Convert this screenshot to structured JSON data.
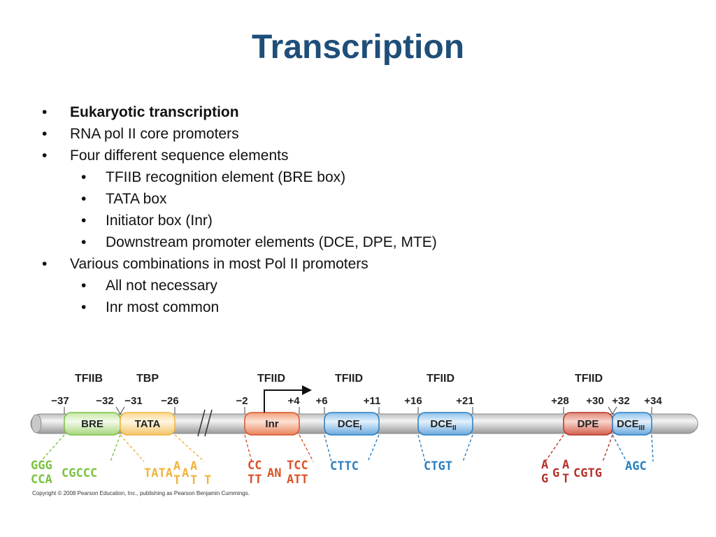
{
  "slide": {
    "title": "Transcription",
    "bullets": [
      {
        "text": "Eukaryotic transcription",
        "level": 1,
        "bold": true
      },
      {
        "text": "RNA pol II core promoters",
        "level": 1
      },
      {
        "text": "Four different sequence elements",
        "level": 1
      },
      {
        "text": "TFIIB recognition element (BRE box)",
        "level": 2
      },
      {
        "text": "TATA box",
        "level": 2
      },
      {
        "text": "Initiator box (Inr)",
        "level": 2
      },
      {
        "text": "Downstream promoter elements (DCE, DPE, MTE)",
        "level": 1.5
      },
      {
        "text": "Various combinations in most Pol II promoters",
        "level": 1
      },
      {
        "text": "All not necessary",
        "level": 2
      },
      {
        "text": "Inr most common",
        "level": 2
      }
    ]
  },
  "diagram": {
    "factors": [
      "TFIIB",
      "TBP",
      "TFIID",
      "TFIID",
      "TFIID",
      "TFIID"
    ],
    "positions": [
      "−37",
      "−32",
      "−31",
      "−26",
      "−2",
      "+4",
      "+6",
      "+11",
      "+16",
      "+21",
      "+28",
      "+30",
      "+32",
      "+34"
    ],
    "elements": {
      "bre": "BRE",
      "tata": "TATA",
      "inr": "Inr",
      "dce1": "DCE",
      "dce1_sub": "I",
      "dce2": "DCE",
      "dce2_sub": "II",
      "dpe": "DPE",
      "dce3": "DCE",
      "dce3_sub": "III"
    },
    "sequences": {
      "bre_top": "GGG",
      "bre_bottom": "CCA",
      "bre_right": "CGCCC",
      "tata_main": "TATA",
      "tata_a1": "A",
      "tata_t1": "T",
      "tata_a2": "A",
      "tata_a3": "A",
      "tata_t2": "T",
      "tata_t3": "T",
      "inr_top": "CC",
      "inr_bottom": "TT",
      "inr_mid": "AN",
      "inr_top2": "TCC",
      "inr_bottom2": "ATT",
      "dce1_seq": "CTTC",
      "dce2_seq": "CTGT",
      "dpe_a1": "A",
      "dpe_g1": "G",
      "dpe_g2": "G",
      "dpe_a2": "A",
      "dpe_t": "T",
      "dpe_rest": "CGTG",
      "dce3_seq": "AGC"
    },
    "colors": {
      "bre": "#7cc242",
      "tata": "#f0b43c",
      "inr": "#d9542a",
      "dce": "#2a7fc1",
      "dpe": "#b5342c",
      "title": "#1f4e79"
    },
    "copyright": "Copyright © 2008 Pearson Education, Inc., publishing as Pearson Benjamin Cummings."
  }
}
